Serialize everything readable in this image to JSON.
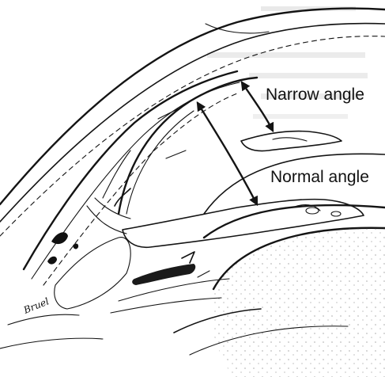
{
  "labels": {
    "narrow_angle": "Narrow angle",
    "normal_angle": "Normal angle"
  },
  "signature": "Bruel",
  "colors": {
    "ink": "#141414",
    "paper": "#ffffff",
    "bleed_through": "#c8c8c8"
  }
}
